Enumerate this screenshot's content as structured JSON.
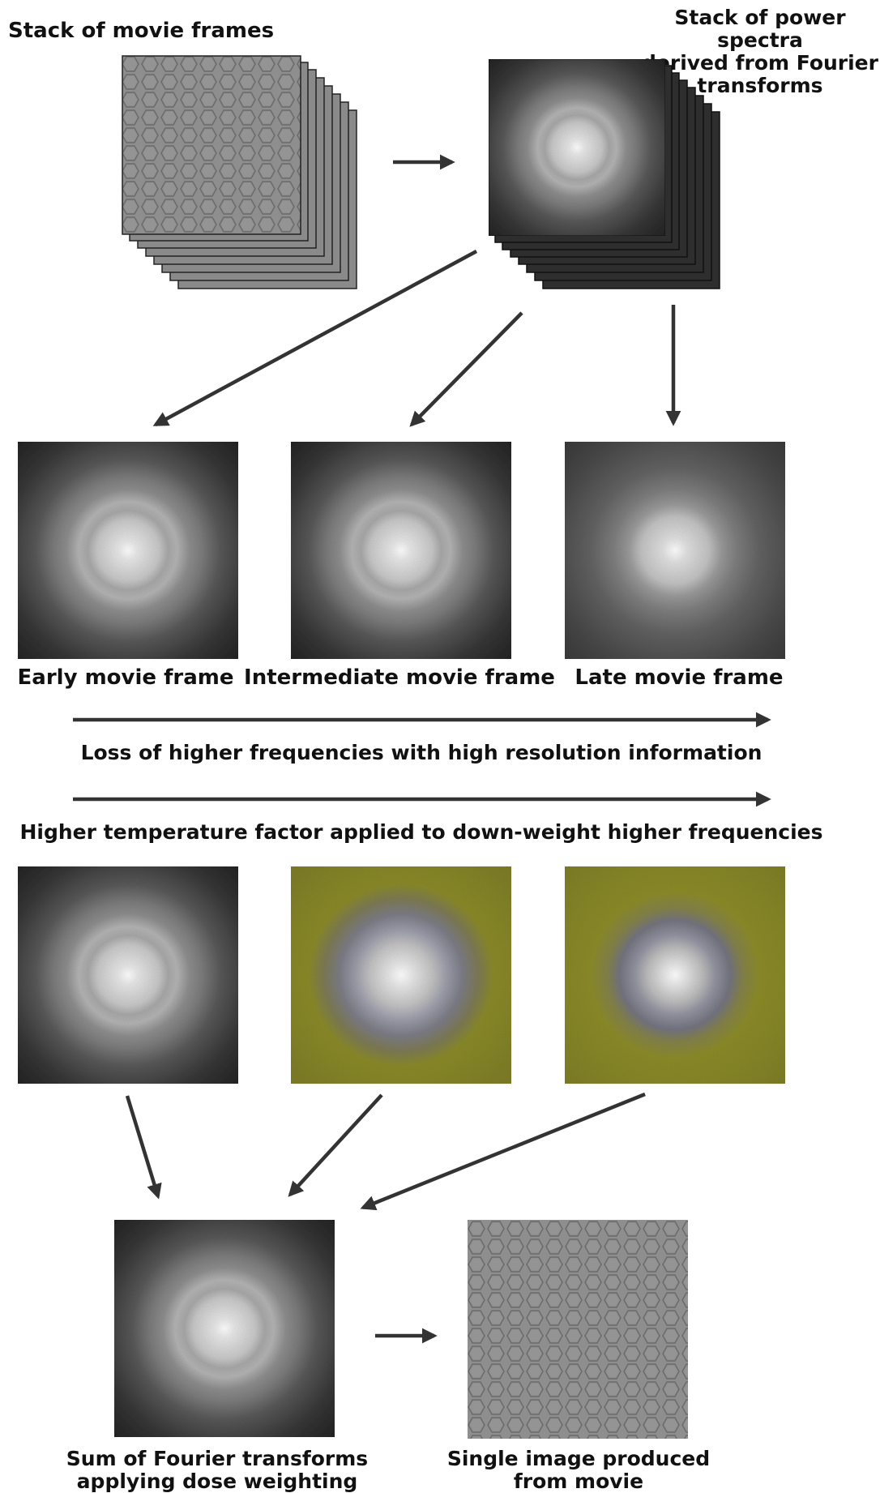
{
  "labels": {
    "stack_frames": "Stack of movie frames",
    "stack_spectra_1": "Stack of power spectra",
    "stack_spectra_2": "derived from Fourier",
    "stack_spectra_3": "transforms",
    "early": "Early movie frame",
    "intermediate": "Intermediate movie frame",
    "late": "Late movie frame",
    "loss": "Loss of higher frequencies with high resolution information",
    "higher_temp": "Higher temperature factor applied to down-weight higher frequencies",
    "sum_1": "Sum of Fourier transforms",
    "sum_2": "applying dose weighting",
    "single_1": "Single image produced",
    "single_2": "from movie"
  },
  "colors": {
    "arrow": "#333333",
    "weighting_tint": "#8a8a2a",
    "spectrum_center": "#f2f2f2",
    "spectrum_edge": "#2a2a2a",
    "micrograph": "#8c8c8c"
  }
}
